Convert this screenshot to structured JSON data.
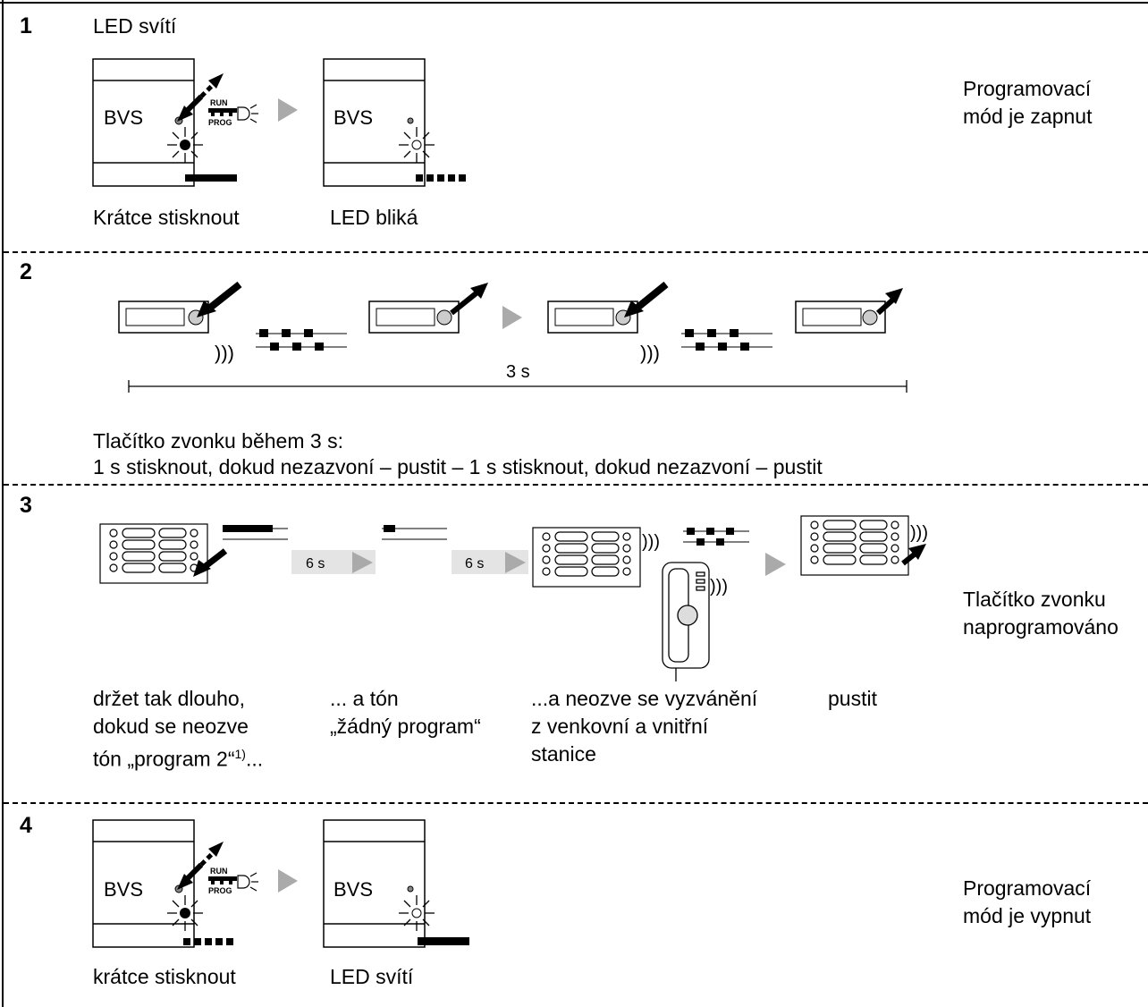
{
  "steps": [
    {
      "number": "1",
      "header": "LED svítí",
      "captions": [
        "Krátce stisknout",
        "LED bliká"
      ],
      "result": [
        "Programovací",
        "mód je zapnut"
      ]
    },
    {
      "number": "2",
      "duration_label": "3 s",
      "instruction": [
        "Tlačítko zvonku během 3 s:",
        "1 s stisknout, dokud nezazvoní – pustit – 1 s stisknout, dokud nezazvoní – pustit"
      ]
    },
    {
      "number": "3",
      "timer_labels": [
        "6 s",
        "6 s"
      ],
      "captions": [
        [
          "držet tak dlouho,",
          "dokud se neozve",
          "tón „program 2“",
          "1)",
          "..."
        ],
        [
          "... a tón",
          "„žádný program“"
        ],
        [
          "...a neozve se vyzvánění",
          "z venkovní a vnitřní",
          "stanice"
        ],
        [
          "pustit"
        ]
      ],
      "result": [
        "Tlačítko zvonku",
        "naprogramováno"
      ]
    },
    {
      "number": "4",
      "captions": [
        "krátce  stisknout",
        "LED svítí"
      ],
      "result": [
        "Programovací",
        "mód je vypnut"
      ]
    }
  ],
  "device_label": "BVS",
  "switch_labels": [
    "RUN",
    "PROG"
  ]
}
